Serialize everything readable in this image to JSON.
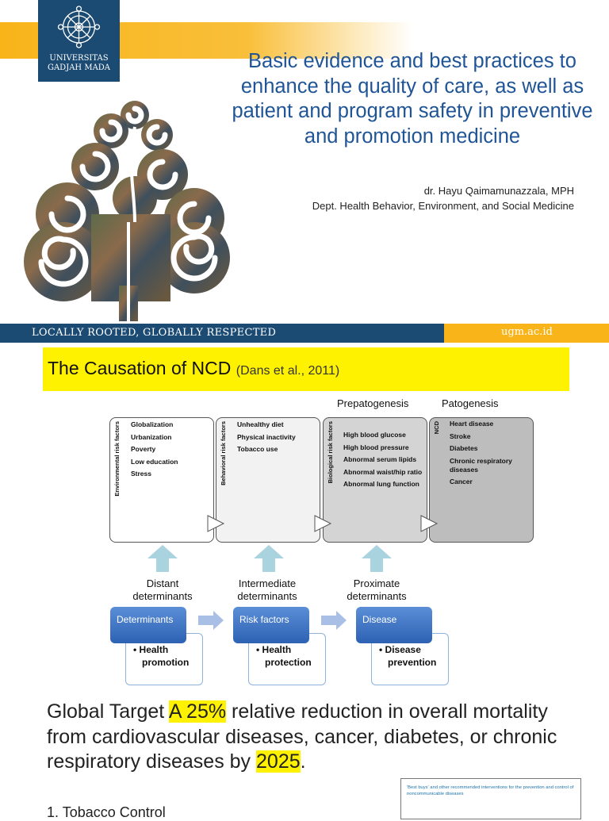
{
  "slide1": {
    "logo_line1": "UNIVERSITAS",
    "logo_line2": "GADJAH MADA",
    "title": "Basic evidence and best practices to enhance the quality of care, as well as patient and program safety in preventive and promotion medicine",
    "author": "dr. Hayu Qaimamunazzala, MPH",
    "department": "Dept. Health Behavior, Environment, and Social Medicine",
    "tagline": "LOCALLY ROOTED, GLOBALLY RESPECTED",
    "website": "ugm.ac.id"
  },
  "slide2": {
    "title": "The Causation of NCD",
    "citation": "(Dans et al., 2011)",
    "phase_left": "Prepatogenesis",
    "phase_right": "Patogenesis",
    "boxes": [
      {
        "label": "Environmental risk factors",
        "items": [
          "Globalization",
          "Urbanization",
          "Poverty",
          "Low education",
          "Stress"
        ]
      },
      {
        "label": "Behavioral risk factors",
        "items": [
          "Unhealthy diet",
          "Physical inactivity",
          "Tobacco use"
        ]
      },
      {
        "label": "Biological risk factors",
        "items": [
          "High blood glucose",
          "High blood pressure",
          "Abnormal serum lipids",
          "Abnormal waist/hip ratio",
          "Abnormal lung function"
        ]
      },
      {
        "label": "NCD",
        "items": [
          "Heart disease",
          "Stroke",
          "Diabetes",
          "Chronic respiratory diseases",
          "Cancer"
        ]
      }
    ],
    "determinants": [
      {
        "line1": "Distant",
        "line2": "determinants"
      },
      {
        "line1": "Intermediate",
        "line2": "determinants"
      },
      {
        "line1": "Proximate",
        "line2": "determinants"
      }
    ],
    "stages": [
      {
        "label": "Determinants",
        "bullet": "• Health",
        "bullet2": "promotion"
      },
      {
        "label": "Risk factors",
        "bullet": "• Health",
        "bullet2": "protection"
      },
      {
        "label": "Disease",
        "bullet": "• Disease",
        "bullet2": "prevention"
      }
    ],
    "global_target": {
      "prefix": "Global Target ",
      "highlight1": "A 25%",
      "middle": " relative reduction in overall mortality from cardiovascular diseases, cancer, diabetes, or chronic respiratory diseases by ",
      "highlight2": "2025",
      "suffix": "."
    },
    "bestbuys_caption": "'Best buys' and other recommended interventions for the prevention and control of noncommunicable diseases",
    "list_item_1": "1.   Tobacco Control"
  },
  "colors": {
    "navy": "#1b4a73",
    "gold": "#f9b41a",
    "title_blue": "#1f5496",
    "highlight_yellow": "#fff200",
    "stage_blue": "#2d62b4"
  }
}
